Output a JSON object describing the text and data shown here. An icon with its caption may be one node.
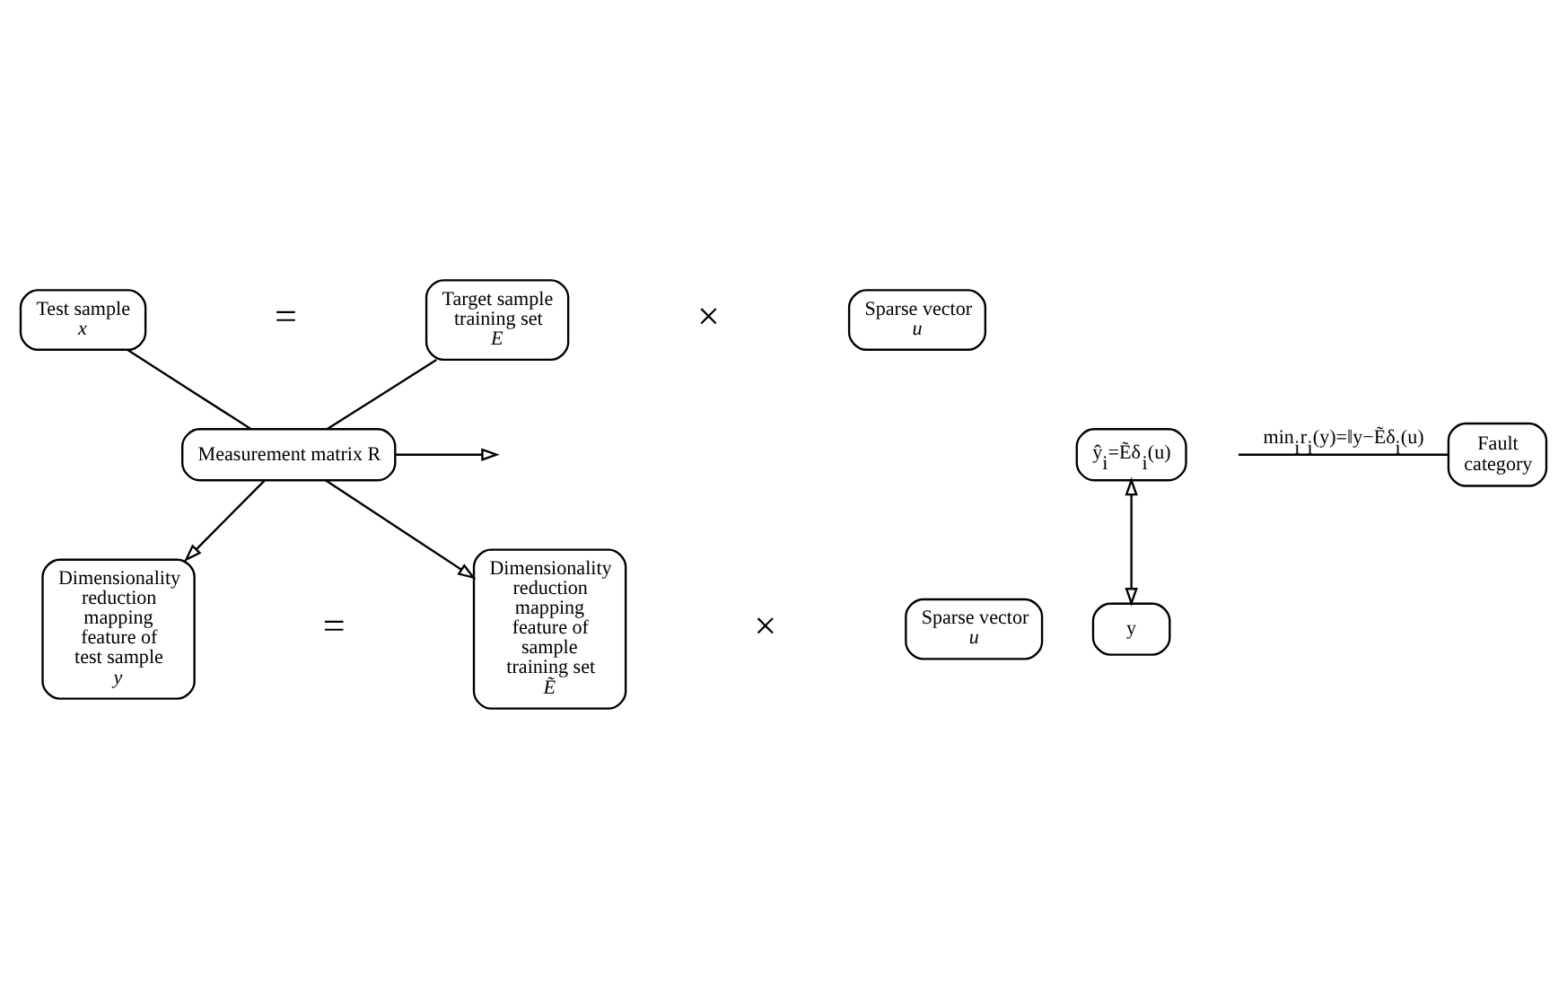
{
  "diagram": {
    "nodes": [
      {
        "text": [
          "Test sample",
          "x"
        ]
      },
      {
        "text": [
          "Target sample training set",
          "E"
        ]
      },
      {
        "text": [
          "Sparse vector",
          "u"
        ]
      },
      {
        "text": [
          "Measurement matrix R"
        ]
      },
      {
        "text": [
          "ŷ$_{i}$=Ẽδ$_{i}$(u)"
        ]
      },
      {
        "text": [
          "y"
        ]
      },
      {
        "text": [
          "Fault category"
        ]
      },
      {
        "text": [
          "Dimensionality reduction mapping feature of test sample",
          "y"
        ]
      },
      {
        "text": [
          "Dimensionality reduction mapping feature of sample training set",
          "Ẽ"
        ]
      },
      {
        "text": [
          "Sparse vector",
          "u"
        ]
      }
    ],
    "edges": [
      {
        "from": 0,
        "to": 3,
        "arrow": "none"
      },
      {
        "from": 1,
        "to": 3,
        "arrow": "none"
      },
      {
        "from": 3,
        "to": 7,
        "arrow": "to"
      },
      {
        "from": 3,
        "to": 8,
        "arrow": "to"
      },
      {
        "from": 3,
        "to": null,
        "arrow": "to"
      },
      {
        "from": 4,
        "to": 5,
        "arrow": "both"
      },
      {
        "from": null,
        "to": 6,
        "arrow": "none",
        "label": "min$_{i}$r$_{i}$(y)=‖y−Ẽδ$_{i}$(u)"
      }
    ],
    "labels": [
      "=",
      "×",
      "=",
      "×"
    ]
  }
}
